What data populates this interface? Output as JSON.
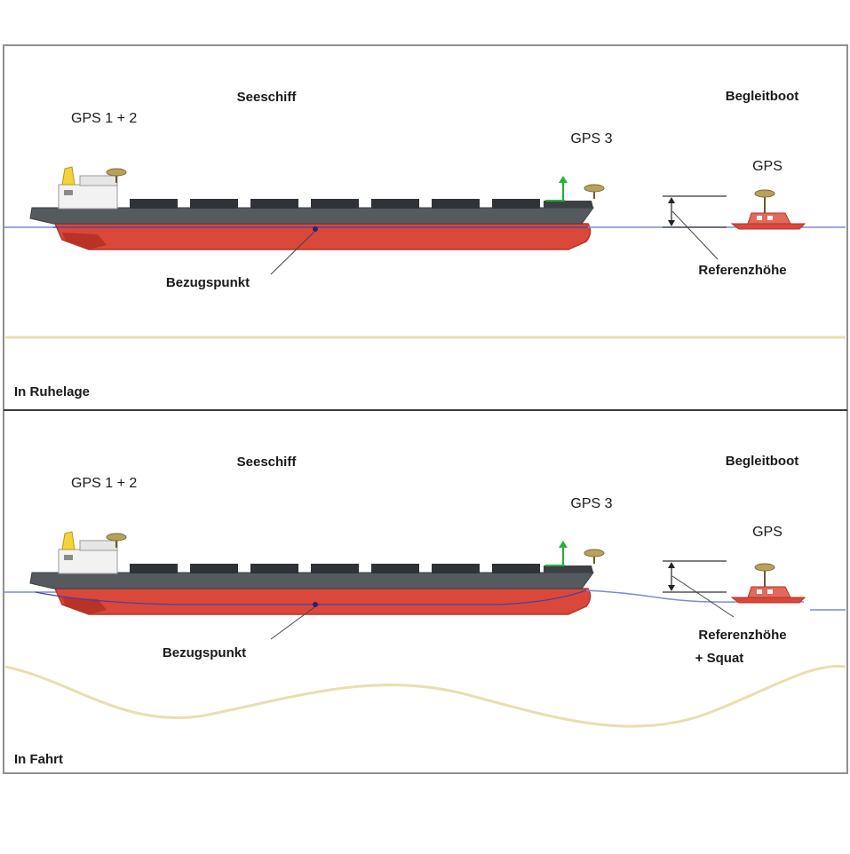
{
  "colors": {
    "hull_red": "#d9483a",
    "hull_dark": "#b83227",
    "deck_gray": "#555a5f",
    "hatch_gray": "#2f3337",
    "water_line": "#7c8bd1",
    "reference_line": "#4a3fa3",
    "seabed": "#e8dfae",
    "antenna": "#b8a25a",
    "gps3_arrow": "#1fb33c",
    "frame": "#8f8f8f"
  },
  "panels": [
    {
      "state_label": "In Ruhelage",
      "ship_label": "Seeschiff",
      "gps12_label": "GPS 1 + 2",
      "gps3_label": "GPS 3",
      "escort_label": "Begleitboot",
      "escort_gps_label": "GPS",
      "reference_point_label": "Bezugspunkt",
      "height_label": "Referenzhöhe",
      "height_label_2": ""
    },
    {
      "state_label": "In Fahrt",
      "ship_label": "Seeschiff",
      "gps12_label": "GPS 1 + 2",
      "gps3_label": "GPS 3",
      "escort_label": "Begleitboot",
      "escort_gps_label": "GPS",
      "reference_point_label": "Bezugspunkt",
      "height_label": "Referenzhöhe",
      "height_label_2": "+ Squat"
    }
  ]
}
